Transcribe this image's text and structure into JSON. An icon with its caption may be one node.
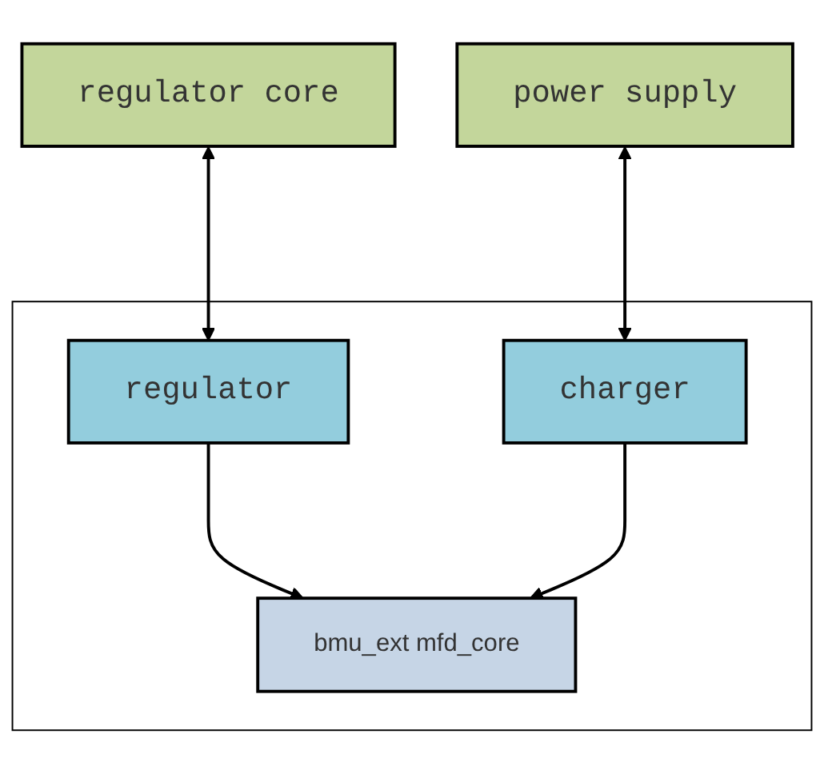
{
  "diagram": {
    "nodes": [
      {
        "text": [
          "regulator core"
        ]
      },
      {
        "text": [
          "power supply"
        ]
      },
      {
        "text": [],
        "shape": "box"
      },
      {
        "text": [
          "regulator"
        ],
        "in": 2
      },
      {
        "text": [
          "charger"
        ],
        "in": 2
      },
      {
        "text": [
          "bmu_ext mfd_core"
        ],
        "in": 2
      }
    ],
    "edges": [
      {
        "from": 0,
        "to": 3,
        "arrow": "both"
      },
      {
        "from": 1,
        "to": 4,
        "arrow": "both"
      },
      {
        "from": 3,
        "to": 5,
        "arrow": "to"
      },
      {
        "from": 4,
        "to": 5,
        "arrow": "to"
      }
    ]
  }
}
